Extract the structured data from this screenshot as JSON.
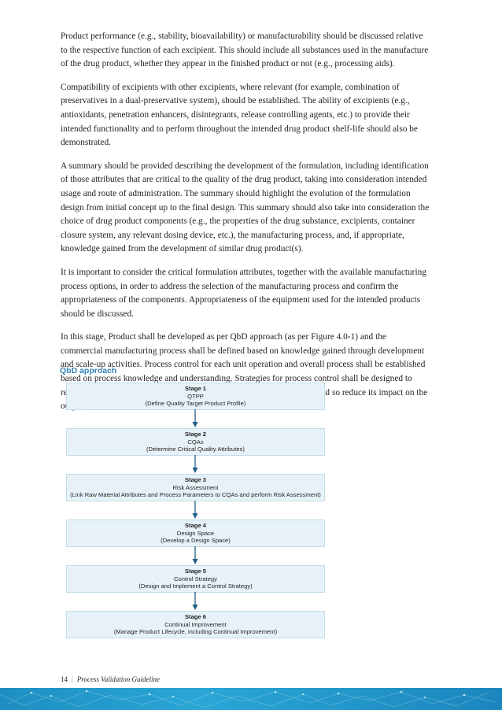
{
  "paragraphs": [
    "Product performance (e.g., stability, bioavailability) or manufacturability should be discussed relative to the respective function of each excipient. This should include all substances used in the manufacture of the drug product, whether they appear in the finished product or not (e.g., processing aids).",
    "Compatibility of excipients with other excipients, where relevant (for example, combination of preservatives in a dual-preservative system), should be established. The ability of excipients (e.g., antioxidants, penetration enhancers, disintegrants, release controlling agents, etc.) to provide their intended functionality and to perform throughout the intended drug product shelf-life should also be demonstrated.",
    "A summary should be provided describing the development of the formulation, including identification of those attributes that are critical to the quality of the drug product, taking into consideration intended usage and route of administration. The summary should highlight the evolution of the formulation design from initial concept up to the final design. This summary should also take into consideration the choice of drug product components (e.g., the properties of the drug substance, excipients, container closure system, any relevant dosing device, etc.), the manufacturing process, and, if appropriate, knowledge gained from the development of similar drug product(s).",
    "It is important to consider the critical formulation attributes, together with the available manufacturing process options, in order to address the selection of the manufacturing process and confirm the appropriateness of the components. Appropriateness of the equipment used for the intended products should be discussed.",
    "In this stage, Product shall be developed as per QbD approach (as per Figure 4.0-1) and the commercial manufacturing process shall be defined based on knowledge gained through development and scale-up activities. Process control for each unit operation and overall process shall be established based on process knowledge and understanding. Strategies for process control shall be designed to reduce input variation, adjust for input variation during manufacturing (and so reduce its impact on the output)."
  ],
  "figure": {
    "heading": "QbD approach",
    "stages": [
      {
        "title": "Stage 1",
        "name": "QTPP",
        "desc": "(Define Quality Target Product Profile)"
      },
      {
        "title": "Stage 2",
        "name": "CQAs",
        "desc": "(Determine Critical Quality Attributes)"
      },
      {
        "title": "Stage 3",
        "name": "Risk Assessment",
        "desc": "(Link Raw Material Attributes and Process Parameters to CQAs and perform Risk Assessment)"
      },
      {
        "title": "Stage 4",
        "name": "Design Space",
        "desc": "(Develop a Design Space)"
      },
      {
        "title": "Stage 5",
        "name": "Control Strategy",
        "desc": "(Design and Implement a Control Strategy)"
      },
      {
        "title": "Stage 6",
        "name": "Continual Improvement",
        "desc": "(Manage Product Lifecycle, including Continual Improvement)"
      }
    ]
  },
  "footer": {
    "page_number": "14",
    "separator": "|",
    "guide_title": "Process Validation Guideline"
  },
  "colors": {
    "heading": "#2f83b5",
    "stage_fill": "#e7f2f8",
    "arrow": "#1f5f86",
    "band": "#1e8ec2"
  }
}
